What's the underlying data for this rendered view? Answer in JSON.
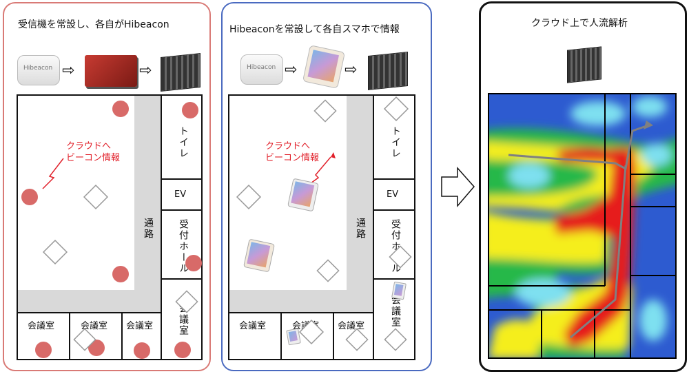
{
  "panel1": {
    "title": "受信機を常設し、各自がHibeacon",
    "note_line1": "クラウドへ",
    "note_line2": "ビーコン情報",
    "rooms": {
      "toilet": "トイレ",
      "ev": "EV",
      "reception": "受付ホール",
      "corridor": "通路",
      "meeting_side": "会議室",
      "meeting": "会議室"
    }
  },
  "panel2": {
    "title": "Hibeaconを常設して各自スマホで情報",
    "note_line1": "クラウドへ",
    "note_line2": "ビーコン情報",
    "rooms": {
      "toilet": "トイレ",
      "ev": "EV",
      "reception": "受付ホール",
      "corridor": "通路",
      "meeting_side": "会議室",
      "meeting": "会議室"
    }
  },
  "panel3": {
    "title": "クラウド上で人流解析"
  },
  "beacon_text": "Hibeacon",
  "colors": {
    "panel1_border": "#d97a76",
    "panel2_border": "#4a6ac0",
    "annotation": "#e1202a",
    "dot": "#d86a68"
  }
}
